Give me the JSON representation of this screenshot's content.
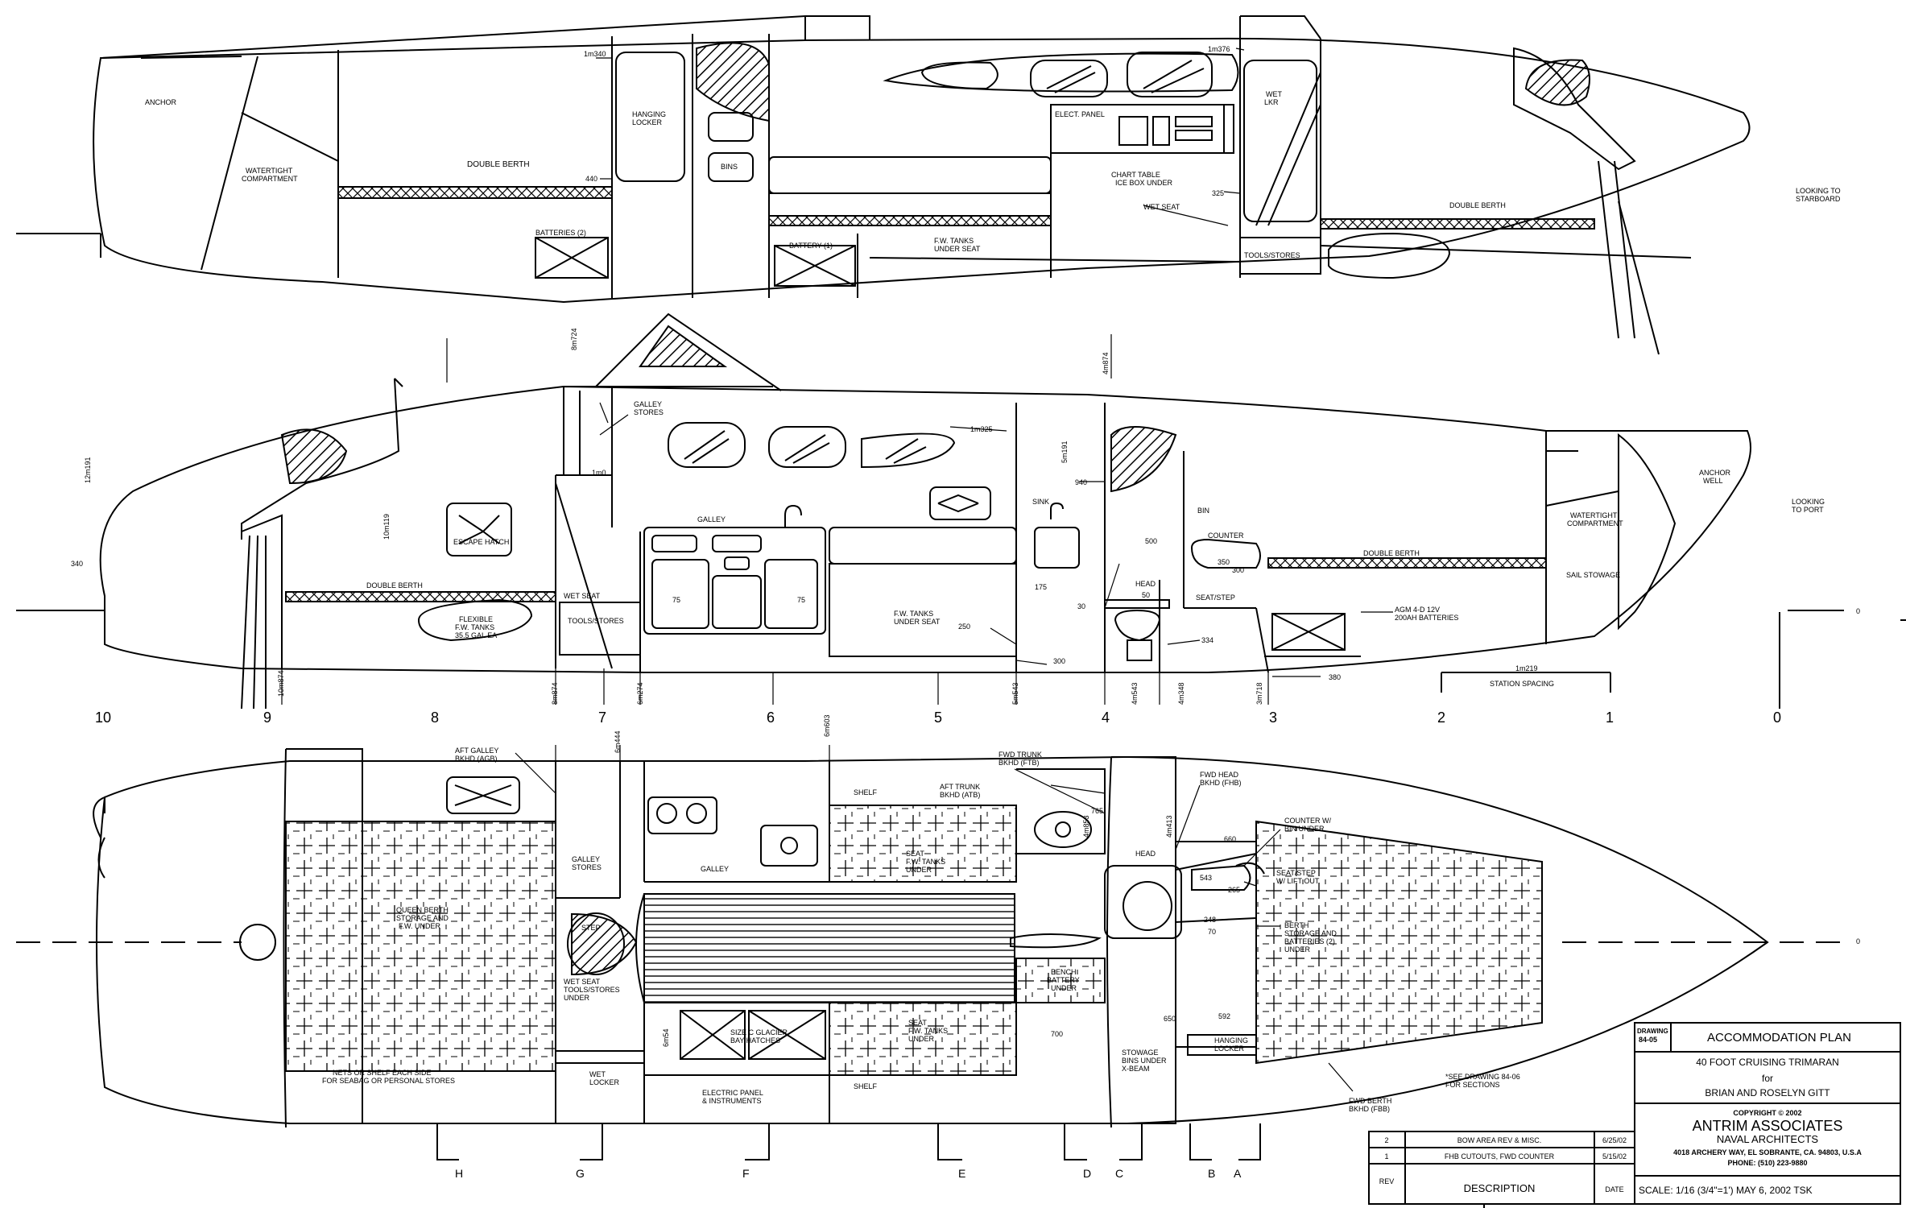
{
  "profile_stbd": {
    "anchor": "ANCHOR",
    "watertight_1": "WATERTIGHT",
    "watertight_2": "COMPARTMENT",
    "double_berth_fwd": "DOUBLE BERTH",
    "batteries_2": "BATTERIES (2)",
    "hanging_locker_1": "HANGING",
    "hanging_locker_2": "LOCKER",
    "bins": "BINS",
    "battery_1": "BATTERY (1)",
    "fw_tanks_1": "F.W. TANKS",
    "fw_tanks_2": "UNDER SEAT",
    "elect_panel": "ELECT. PANEL",
    "chart_table_1": "CHART TABLE",
    "chart_table_2": "ICE BOX UNDER",
    "wet_seat": "WET SEAT",
    "tools_stores": "TOOLS/STORES",
    "wet_lkr_1": "WET",
    "wet_lkr_2": "LKR",
    "double_berth_aft": "DOUBLE BERTH",
    "looking_1": "LOOKING TO",
    "looking_2": "STARBOARD",
    "dim_340": "1m340",
    "dim_440": "440",
    "dim_376": "1m376",
    "dim_325": "325"
  },
  "profile_port": {
    "galley_stores_1": "GALLEY",
    "galley_stores_2": "STORES",
    "escape_hatch": "ESCAPE HATCH",
    "double_berth": "DOUBLE BERTH",
    "wet_seat": "WET SEAT",
    "flex_1": "FLEXIBLE",
    "flex_2": "F.W. TANKS",
    "flex_3": "35.5 GAL EA",
    "tools_stores": "TOOLS/STORES",
    "galley": "GALLEY",
    "fw_tanks_1": "F.W. TANKS",
    "fw_tanks_2": "UNDER SEAT",
    "sink": "SINK",
    "bin": "BIN",
    "counter": "COUNTER",
    "head": "HEAD",
    "seat_step": "SEAT/STEP",
    "double_berth_fwd": "DOUBLE BERTH",
    "watertight_1": "WATERTIGHT",
    "watertight_2": "COMPARTMENT",
    "sail_stowage": "SAIL STOWAGE",
    "anchor_1": "ANCHOR",
    "anchor_2": "WELL",
    "agm_1": "AGM 4-D 12V",
    "agm_2": "200AH BATTERIES",
    "looking_1": "LOOKING",
    "looking_2": "TO PORT",
    "station_spacing": "STATION SPACING",
    "dims": {
      "d340": "340",
      "d12m191": "12m191",
      "d10m119": "10m119",
      "d1m0": "1m0",
      "d1m325": "1m325",
      "d940": "940",
      "d75a": "75",
      "d75b": "75",
      "d175": "175",
      "d250": "250",
      "d300a": "300",
      "d500": "500",
      "d50": "50",
      "d30": "30",
      "d350": "350",
      "d300b": "300",
      "d334": "334",
      "d380": "380",
      "d1m219": "1m219",
      "d0": "0",
      "v8m724": "8m724",
      "v4m874": "4m874",
      "v5m191": "5m191",
      "v10m874": "10m874",
      "v8m874": "8m874",
      "v6m274": "6m274",
      "v5m543": "5m543",
      "v4m543": "4m543",
      "v4m348": "4m348",
      "v3m718": "3m718"
    }
  },
  "stations": [
    "10",
    "9",
    "8",
    "7",
    "6",
    "5",
    "4",
    "3",
    "2",
    "1",
    "0"
  ],
  "plan": {
    "aft_galley_1": "AFT GALLEY",
    "aft_galley_2": "BKHD (AGB)",
    "queen_1": "QUEEN BERTH",
    "queen_2": "STORAGE AND",
    "queen_3": "F.W. UNDER",
    "galley_stores_1": "GALLEY",
    "galley_stores_2": "STORES",
    "step": "STEP",
    "wet_seat_1": "WET SEAT",
    "wet_seat_2": "TOOLS/STORES",
    "wet_seat_3": "UNDER",
    "galley": "GALLEY",
    "shelf_top": "SHELF",
    "aft_trunk_1": "AFT TRUNK",
    "aft_trunk_2": "BKHD (ATB)",
    "seat_fw_1": "SEAT",
    "seat_fw_2": "F.W. TANKS",
    "seat_fw_3": "UNDER",
    "fwd_trunk_1": "FWD TRUNK",
    "fwd_trunk_2": "BKHD (FTB)",
    "fwd_head_1": "FWD HEAD",
    "fwd_head_2": "BKHD (FHB)",
    "head": "HEAD",
    "counter_1": "COUNTER W/",
    "counter_2": "BIN UNDER",
    "seat_step_1": "SEAT/STEP",
    "seat_step_2": "W/ LIFT OUT",
    "berth_1": "BERTH",
    "berth_2": "STORAGE AND",
    "berth_3": "BATTERIES (2)",
    "berth_4": "UNDER",
    "bench_1": "BENCH",
    "bench_2": "BATTERY",
    "bench_3": "UNDER",
    "glacier_1": "SIZE C GLACIER",
    "glacier_2": "BAY HATCHES",
    "seat_bot_1": "SEAT",
    "seat_bot_2": "F.W. TANKS",
    "seat_bot_3": "UNDER",
    "stowage_1": "STOWAGE",
    "stowage_2": "BINS UNDER",
    "stowage_3": "X-BEAM",
    "hanging_1": "HANGING",
    "hanging_2": "LOCKER",
    "nets_1": "NETS OR SHELF EACH SIDE",
    "nets_2": "FOR SEABAG OR PERSONAL STORES",
    "wet_locker_1": "WET",
    "wet_locker_2": "LOCKER",
    "elec_1": "ELECTRIC PANEL",
    "elec_2": "& INSTRUMENTS",
    "shelf_bot": "SHELF",
    "see_1": "*SEE DRAWING 84-06",
    "see_2": "FOR SECTIONS",
    "fwd_berth_1": "FWD BERTH",
    "fwd_berth_2": "BKHD (FBB)",
    "dims": {
      "d6m444": "6m444",
      "d6m603": "6m603",
      "d765": "765",
      "d4m853": "4m853",
      "d4m413": "4m413",
      "d660": "660",
      "d543": "543",
      "d265": "265",
      "d248": "248",
      "d70": "70",
      "d0": "0",
      "d6m54": "6m54",
      "d700": "700",
      "d650": "650",
      "d592": "592"
    },
    "sections": [
      "H",
      "G",
      "F",
      "E",
      "D",
      "C",
      "B",
      "A"
    ]
  },
  "title_block": {
    "drawing_label": "DRAWING",
    "drawing_no": "84-05",
    "title": "ACCOMMODATION PLAN",
    "line1": "40 FOOT CRUISING TRIMARAN",
    "line2": "for",
    "line3": "BRIAN AND ROSELYN GITT",
    "copyright": "COPYRIGHT © 2002",
    "firm": "ANTRIM ASSOCIATES",
    "firm_sub": "NAVAL ARCHITECTS",
    "address": "4018 ARCHERY WAY, EL SOBRANTE, CA. 94803, U.S.A",
    "phone": "PHONE: (510) 223-9880",
    "scale": "SCALE:  1/16 (3/4\"=1')   MAY 6, 2002   TSK",
    "revisions": [
      {
        "rev": "2",
        "desc": "BOW AREA REV & MISC.",
        "date": "6/25/02"
      },
      {
        "rev": "1",
        "desc": "FHB CUTOUTS, FWD COUNTER",
        "date": "5/15/02"
      }
    ],
    "rev_header": "REV",
    "desc_header": "DESCRIPTION",
    "date_header": "DATE"
  }
}
